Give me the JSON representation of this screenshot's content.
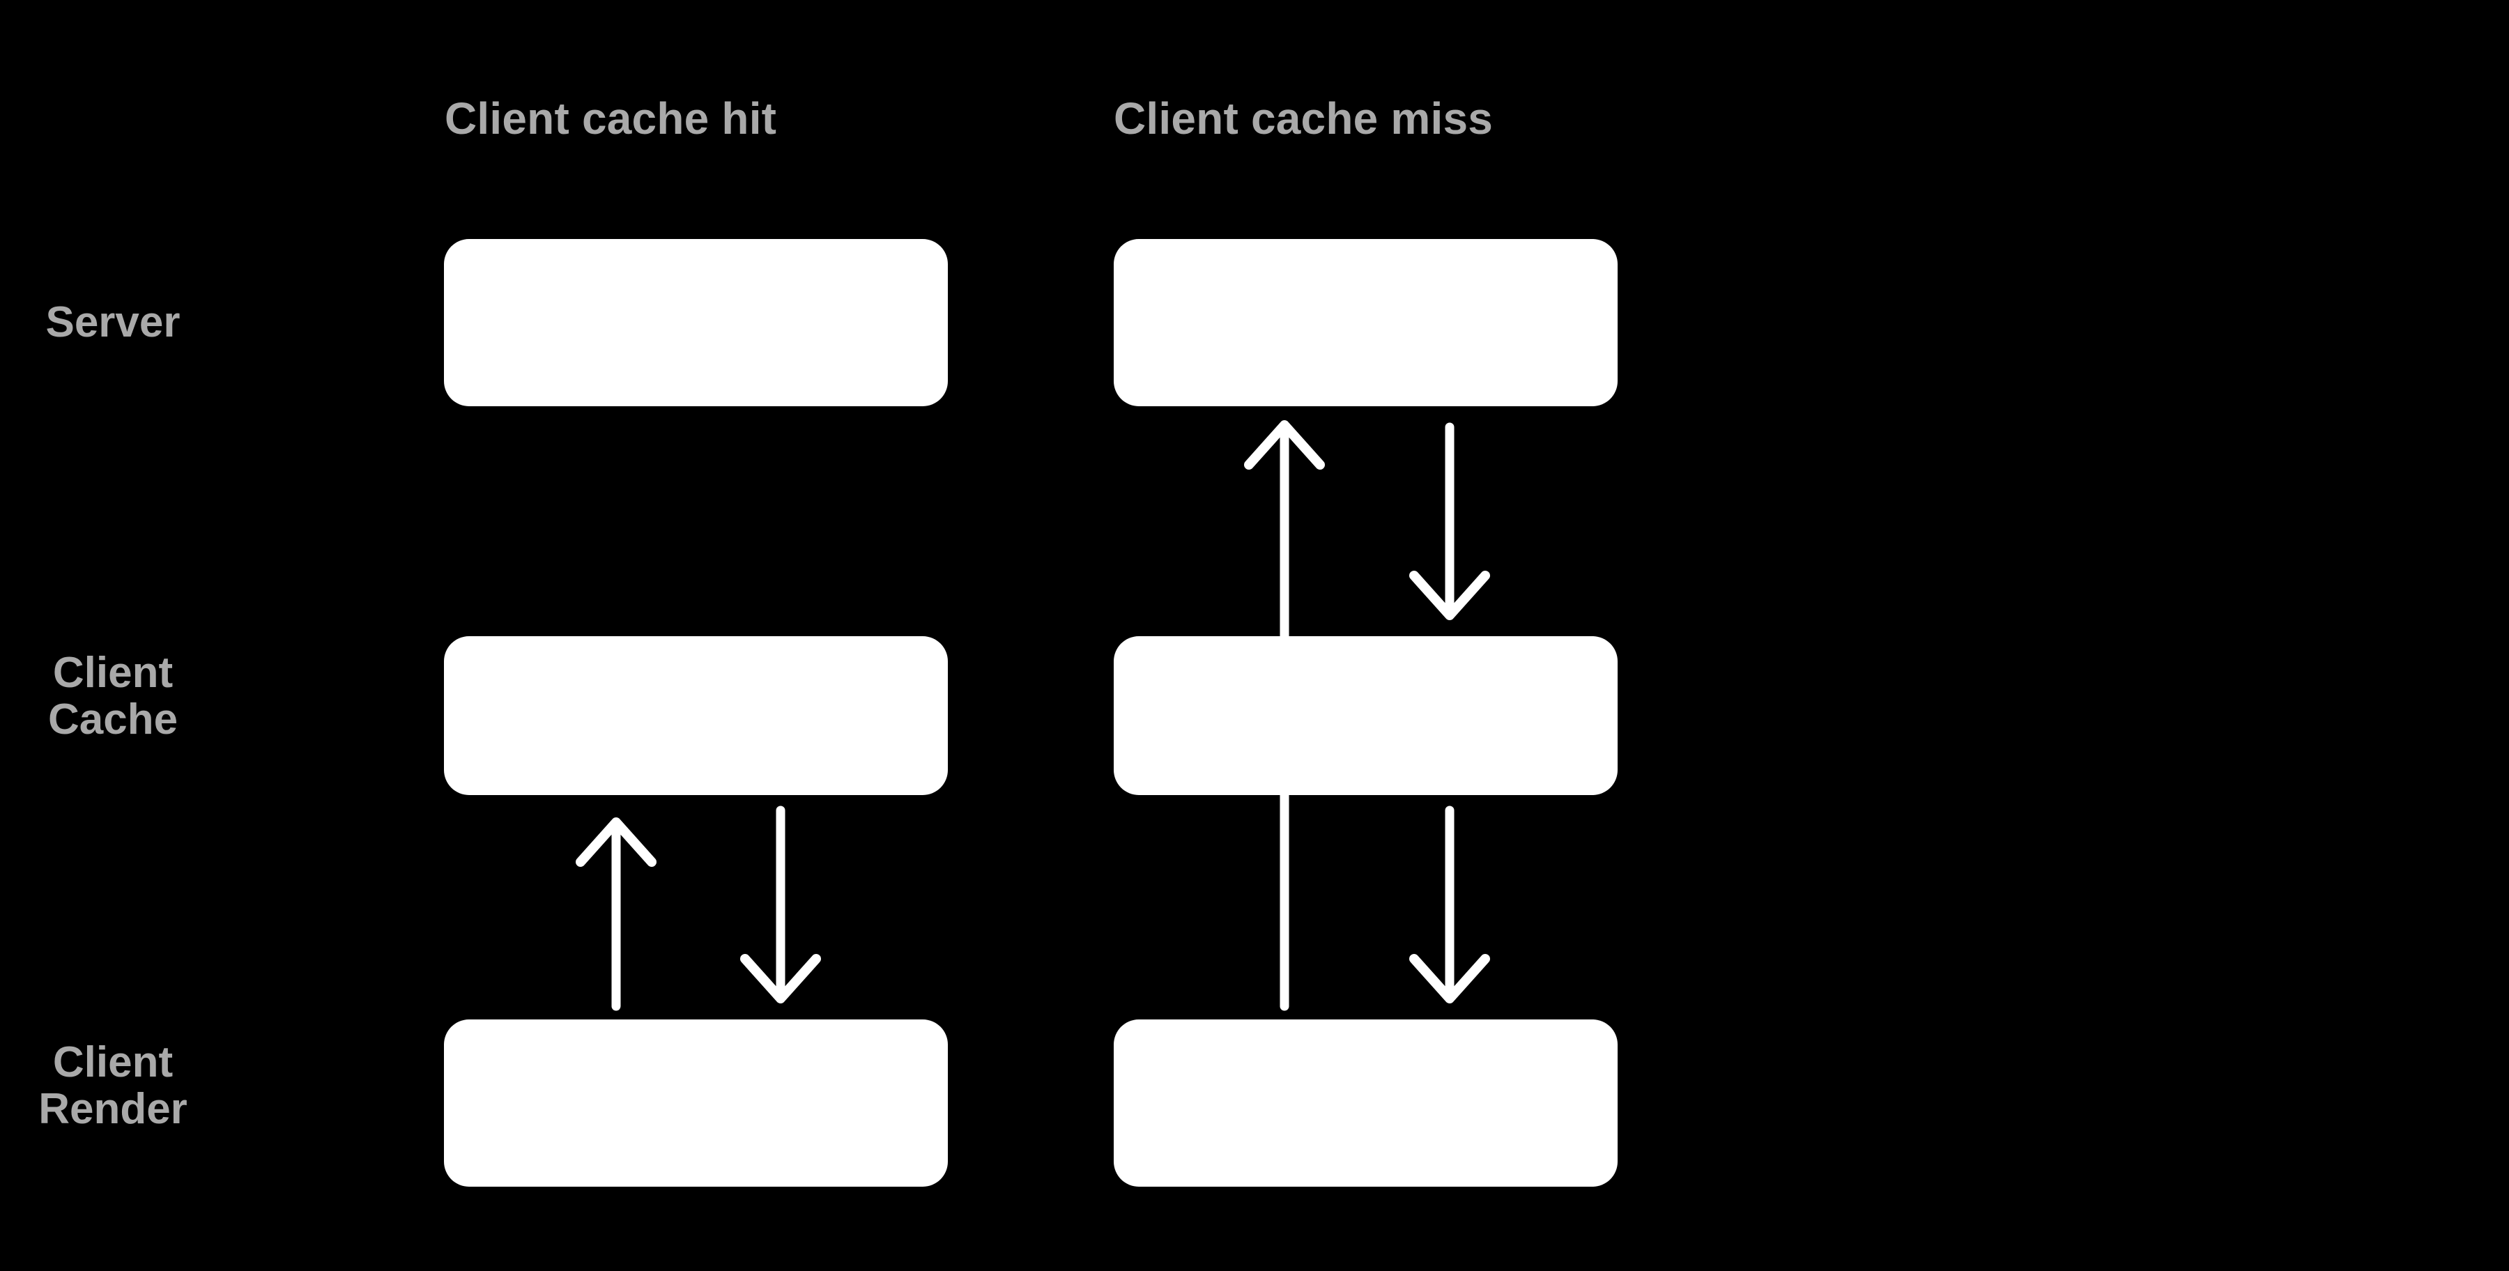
{
  "diagram": {
    "title_row_labels": [
      "Server",
      "Client Cache",
      "Client Render"
    ],
    "background_color": "#000000",
    "box_color": "#ffffff",
    "label_color": "#a9a9a9",
    "arrow_color": "#ffffff"
  },
  "columns": [
    {
      "id": "hit",
      "header": "Client cache hit"
    },
    {
      "id": "miss",
      "header": "Client cache miss"
    }
  ],
  "rows": [
    {
      "id": "server",
      "label": "Server"
    },
    {
      "id": "cache",
      "label_line1": "Client",
      "label_line2": "Cache"
    },
    {
      "id": "render",
      "label_line1": "Client",
      "label_line2": "Render"
    }
  ],
  "nodes": [
    {
      "column": "hit",
      "row": "server",
      "name": "server-box-hit",
      "text": ""
    },
    {
      "column": "hit",
      "row": "cache",
      "name": "cache-box-hit",
      "text": ""
    },
    {
      "column": "hit",
      "row": "render",
      "name": "render-box-hit",
      "text": ""
    },
    {
      "column": "miss",
      "row": "server",
      "name": "server-box-miss",
      "text": ""
    },
    {
      "column": "miss",
      "row": "cache",
      "name": "cache-box-miss",
      "text": ""
    },
    {
      "column": "miss",
      "row": "render",
      "name": "render-box-miss",
      "text": ""
    }
  ],
  "arrows": [
    {
      "name": "arrow-render-to-cache-hit",
      "column": "hit",
      "from": "render",
      "to": "cache",
      "direction": "up",
      "label": ""
    },
    {
      "name": "arrow-cache-to-render-hit",
      "column": "hit",
      "from": "cache",
      "to": "render",
      "direction": "down",
      "label": ""
    },
    {
      "name": "arrow-render-to-server-miss",
      "column": "miss",
      "from": "render",
      "to": "server",
      "direction": "up",
      "label": ""
    },
    {
      "name": "arrow-server-to-cache-miss",
      "column": "miss",
      "from": "server",
      "to": "cache",
      "direction": "down",
      "label": ""
    },
    {
      "name": "arrow-cache-to-render-miss",
      "column": "miss",
      "from": "cache",
      "to": "render",
      "direction": "down",
      "label": ""
    }
  ]
}
